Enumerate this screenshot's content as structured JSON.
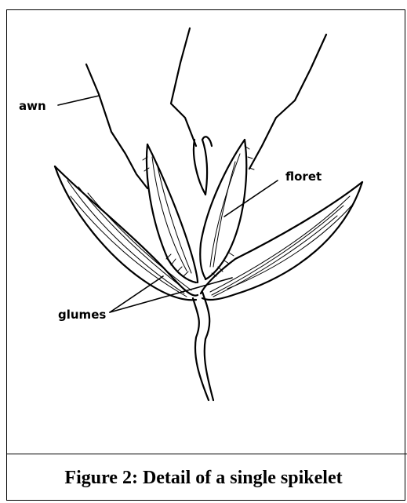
{
  "diagram": {
    "labels": {
      "awn": "awn",
      "floret": "floret",
      "glumes": "glumes"
    },
    "caption": "Figure 2: Detail of a single spikelet"
  }
}
